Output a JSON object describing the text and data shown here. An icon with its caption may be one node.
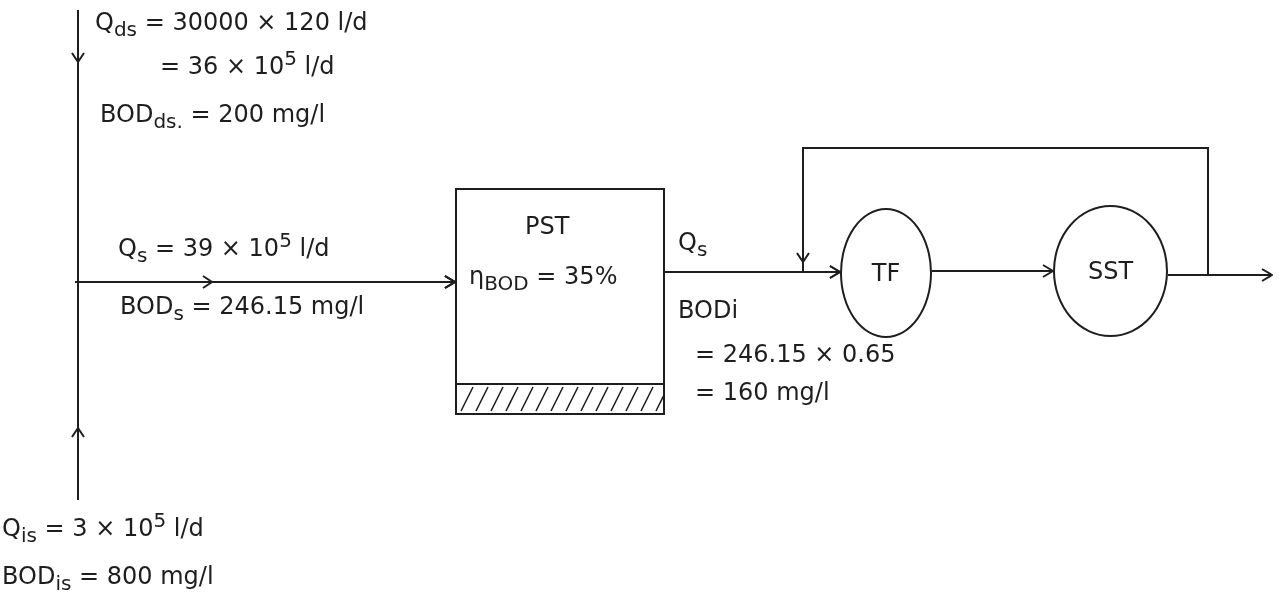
{
  "diagram": {
    "nodes": [
      {
        "text": [
          "PST",
          "η$_{BOD}$ = 35%"
        ]
      },
      {
        "text": [
          "TF"
        ]
      },
      {
        "text": [
          "SST"
        ]
      }
    ],
    "edges": [
      {
        "from": null,
        "to": 0,
        "arrow": "to"
      },
      {
        "from": null,
        "to": 0,
        "arrow": "to"
      },
      {
        "from": null,
        "to": 0,
        "arrow": "to"
      },
      {
        "from": 0,
        "to": 1,
        "arrow": "to"
      },
      {
        "from": 1,
        "to": 2,
        "arrow": "to"
      },
      {
        "from": 2,
        "to": null,
        "arrow": "to"
      },
      {
        "from": 2,
        "to": 1,
        "arrow": "to"
      }
    ],
    "labels": [
      "Q$_{ds}$ = 30000 × 120 l/d",
      "= 36 × 10$^{5}$ l/d",
      "BOD$_{ds.}$ = 200 mg/l",
      "Q$_{s}$ = 39 × 10$^{5}$ l/d",
      "BOD$_{s}$ = 246.15 mg/l",
      "Q$_{s}$",
      "BODi",
      "= 246.15 × 0.65",
      "= 160 mg/l",
      "Q$_{is}$ = 3 × 10$^{5}$ l/d",
      "BOD$_{is}$ = 800 mg/l"
    ]
  }
}
